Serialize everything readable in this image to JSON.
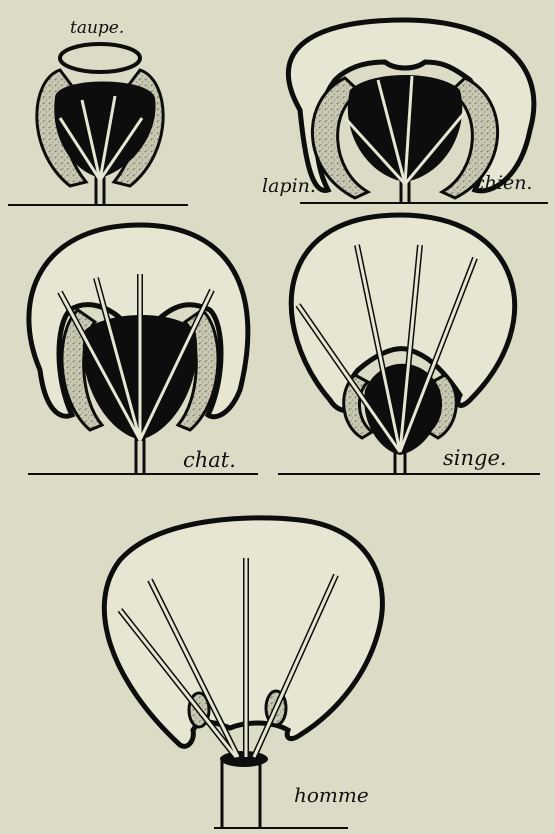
{
  "figure": {
    "panels": [
      {
        "id": "taupe",
        "label": "taupe."
      },
      {
        "id": "lapin",
        "label": "lapin."
      },
      {
        "id": "chien",
        "label": "chien."
      },
      {
        "id": "chat",
        "label": "chat."
      },
      {
        "id": "singe",
        "label": "singe."
      },
      {
        "id": "homme",
        "label": "homme"
      }
    ]
  },
  "colors": {
    "background": "#dcdcc6",
    "ink": "#0d0d0d",
    "stipple": "#b8b8a4",
    "paper": "#e6e6d2"
  }
}
